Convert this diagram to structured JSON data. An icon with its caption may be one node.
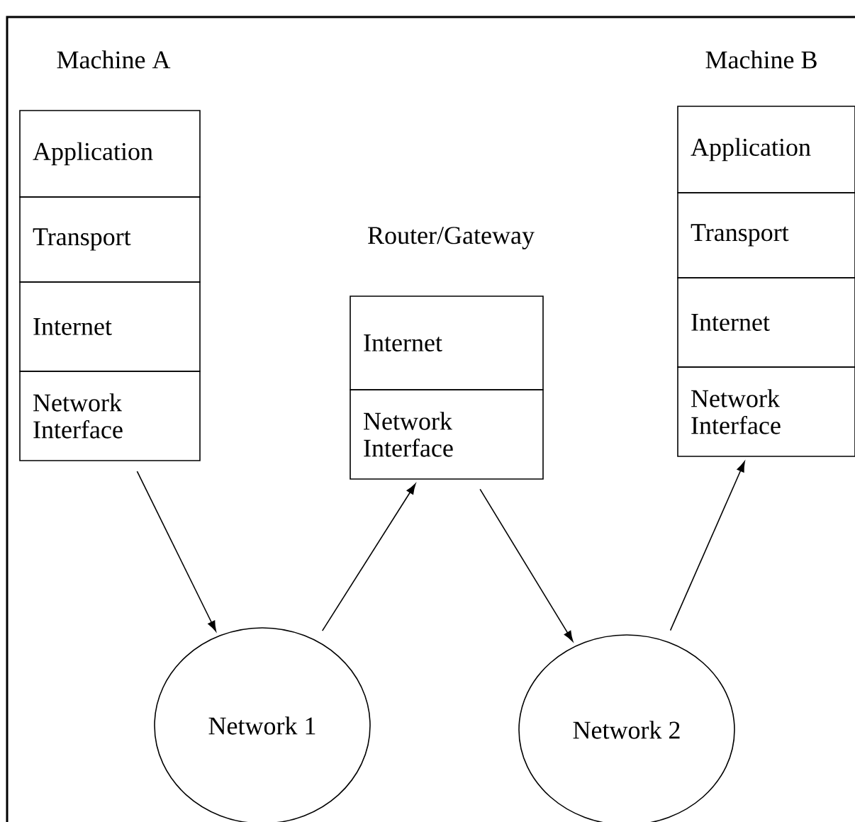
{
  "diagram": {
    "nodes": [
      {
        "text": [
          "Application"
        ]
      },
      {
        "text": [
          "Transport"
        ]
      },
      {
        "text": [
          "Internet"
        ]
      },
      {
        "text": [
          "Network Interface"
        ]
      },
      {
        "text": [
          "Internet"
        ]
      },
      {
        "text": [
          "Network Interface"
        ]
      },
      {
        "text": [
          "Application"
        ]
      },
      {
        "text": [
          "Transport"
        ]
      },
      {
        "text": [
          "Internet"
        ]
      },
      {
        "text": [
          "Network Interface"
        ]
      },
      {
        "text": [
          "Network 1"
        ]
      },
      {
        "text": [
          "Network 2"
        ]
      }
    ],
    "edges": [
      {
        "from": 3,
        "to": 10,
        "arrow": "to"
      },
      {
        "from": 10,
        "to": 5,
        "arrow": "to"
      },
      {
        "from": 5,
        "to": 11,
        "arrow": "to"
      },
      {
        "from": 11,
        "to": 9,
        "arrow": "to"
      }
    ],
    "labels": [
      "Machine A",
      "Machine B",
      "Router/Gateway"
    ]
  }
}
